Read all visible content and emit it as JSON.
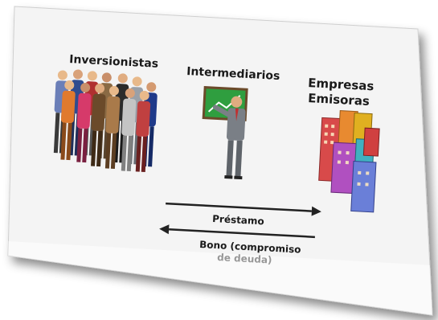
{
  "labels": {
    "investors": "Inversionistas",
    "intermediaries": "Intermediarios",
    "issuers_line1": "Empresas",
    "issuers_line2": "Emisoras",
    "loan": "Préstamo",
    "bond_line1": "Bono (compromiso",
    "bond_line2": "de deuda)"
  },
  "colors": {
    "slide": "#f4f4f4",
    "arrow": "#222222",
    "board": "#2f9e3f"
  },
  "icons": {
    "investors": "crowd-of-people-icon",
    "intermediary": "presenter-at-board-icon",
    "issuers": "office-buildings-icon"
  }
}
